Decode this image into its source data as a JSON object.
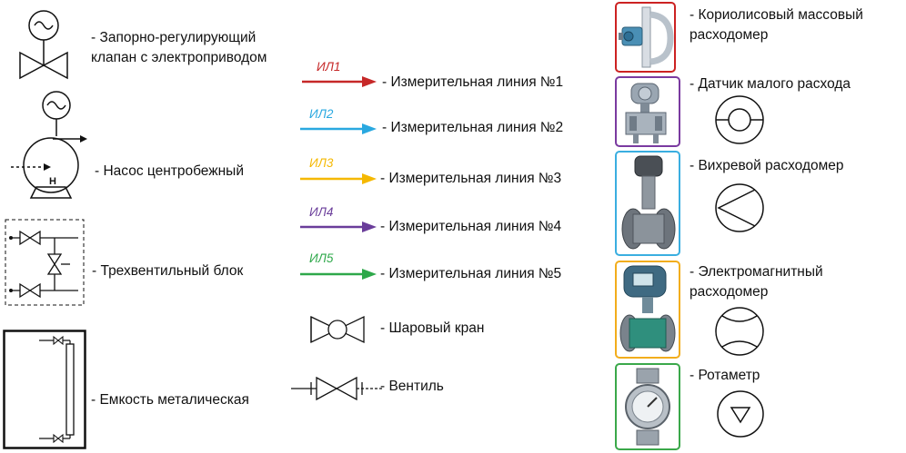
{
  "legend_left": {
    "valve_actuated": "- Запорно-регулирующий клапан с электроприводом",
    "pump": "- Насос центробежный",
    "pump_letter": "Н",
    "manifold": "- Трехвентильный блок",
    "tank": "- Емкость металическая"
  },
  "legend_lines": [
    {
      "code": "ИЛ1",
      "label": "- Измерительная линия №1",
      "color": "#c62828"
    },
    {
      "code": "ИЛ2",
      "label": "- Измерительная линия №2",
      "color": "#29a8e0"
    },
    {
      "code": "ИЛ3",
      "label": "- Измерительная линия №3",
      "color": "#f5b800"
    },
    {
      "code": "ИЛ4",
      "label": "- Измерительная линия №4",
      "color": "#6a3d9a"
    },
    {
      "code": "ИЛ5",
      "label": "- Измерительная линия №5",
      "color": "#2ea84a"
    }
  ],
  "legend_mid": {
    "ball_valve": "- Шаровый кран",
    "valve": "- Вентиль"
  },
  "legend_right": [
    {
      "label": "- Кориолисовый массовый расходомер",
      "frame": "#cc2222",
      "icon": "coriolis-meter-photo"
    },
    {
      "label": "- Датчик малого расхода",
      "frame": "#7a3aa0",
      "icon": "pressure-transmitter-photo"
    },
    {
      "label": "- Вихревой расходомер",
      "frame": "#3aaee0",
      "icon": "vortex-meter-photo"
    },
    {
      "label": "- Электромагнитный расходомер",
      "frame": "#f2ad1c",
      "icon": "magnetic-meter-photo"
    },
    {
      "label": "- Ротаметр",
      "frame": "#3aa84a",
      "icon": "rotameter-photo"
    }
  ]
}
